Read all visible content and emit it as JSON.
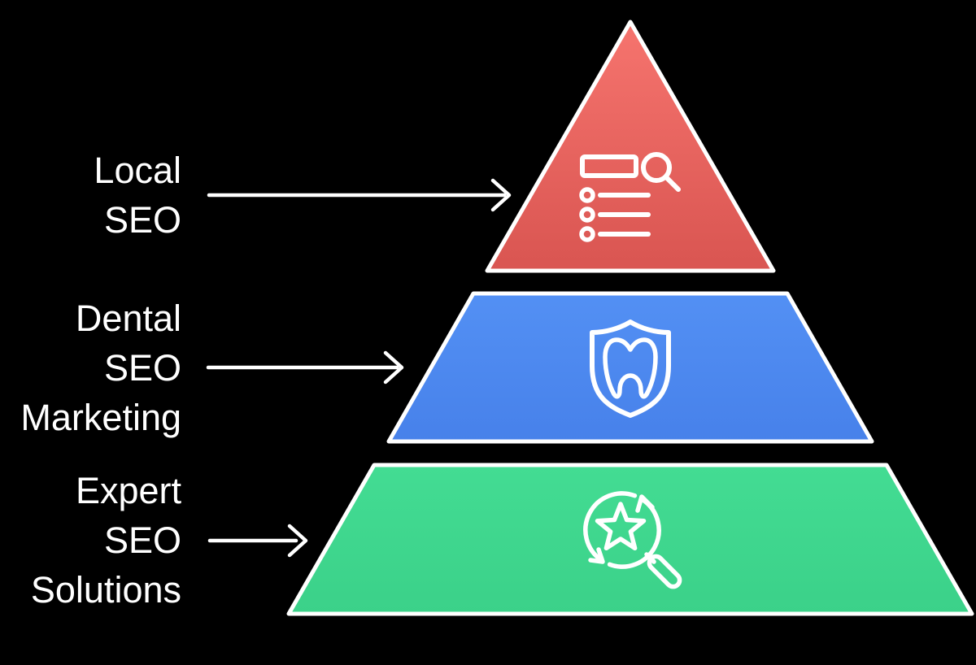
{
  "title": "SEO services pyramid diagram",
  "colors": {
    "background": "#000000",
    "outline": "#FFFFFF",
    "icon_stroke": "#FFFFFF",
    "arrow": "#FFFFFF",
    "text": "#FFFFFF",
    "tier1_top": "#F6746E",
    "tier1_bottom": "#D95551",
    "tier2_top": "#5390F4",
    "tier2_bottom": "#4781EA",
    "tier3_top": "#43DC93",
    "tier3_bottom": "#3BD189"
  },
  "labels": {
    "local_seo": [
      "Local",
      "SEO"
    ],
    "dental_seo_marketing": [
      "Dental",
      "SEO",
      "Marketing"
    ],
    "expert_seo_solutions": [
      "Expert",
      "SEO",
      "Solutions"
    ]
  },
  "icons": {
    "tier1": "search-results-list-icon",
    "tier2": "dental-shield-tooth-icon",
    "tier3": "star-search-refresh-icon"
  },
  "pyramid": {
    "tiers": [
      {
        "name": "Local SEO",
        "position": "top",
        "color": "#F6746E"
      },
      {
        "name": "Dental SEO Marketing",
        "position": "middle",
        "color": "#5390F4"
      },
      {
        "name": "Expert SEO Solutions",
        "position": "bottom",
        "color": "#43DC93"
      }
    ]
  }
}
